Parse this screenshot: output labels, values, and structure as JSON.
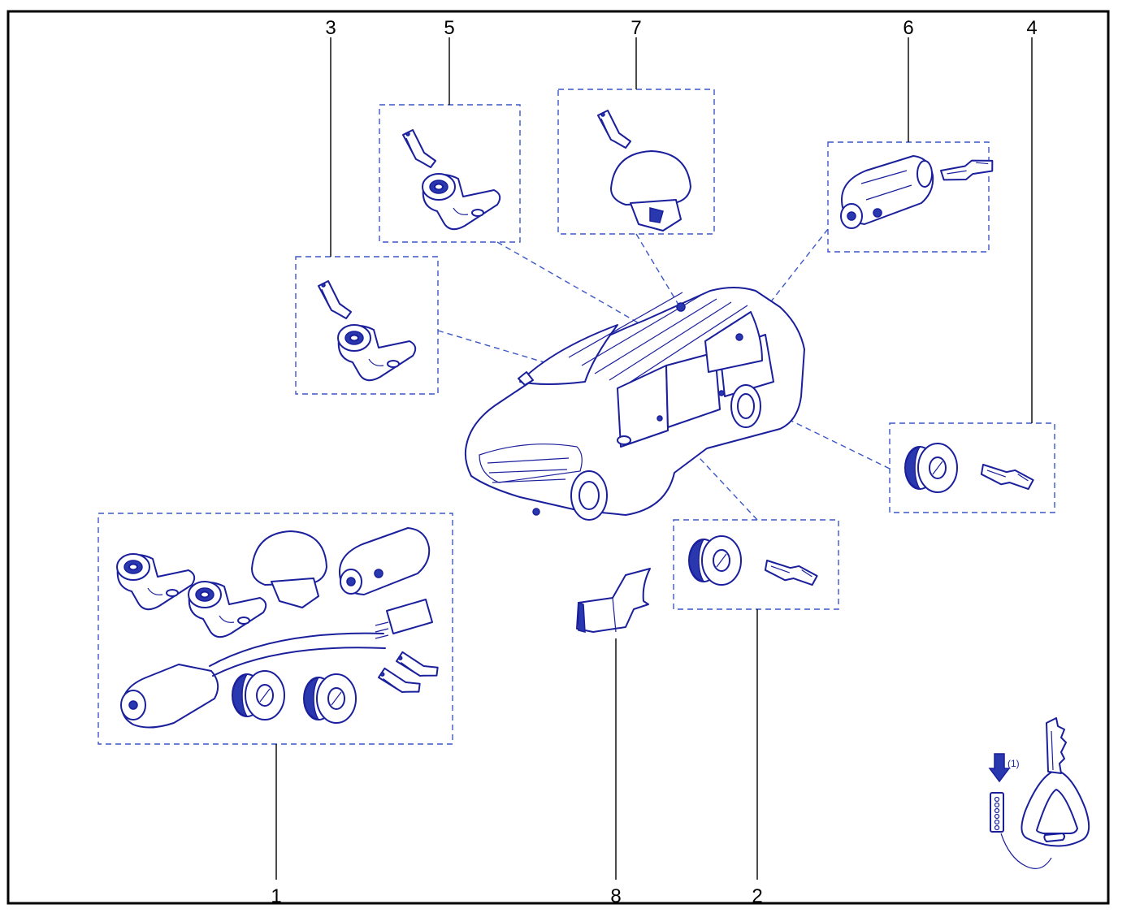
{
  "callouts": [
    {
      "id": "1",
      "label": "1"
    },
    {
      "id": "2",
      "label": "2"
    },
    {
      "id": "3",
      "label": "3"
    },
    {
      "id": "4",
      "label": "4"
    },
    {
      "id": "5",
      "label": "5"
    },
    {
      "id": "6",
      "label": "6"
    },
    {
      "id": "7",
      "label": "7"
    },
    {
      "id": "8",
      "label": "8"
    }
  ],
  "key_note": "(1)",
  "colors": {
    "line": "#1a1f9c",
    "dashed": "#3b57c8",
    "frame": "#000000"
  }
}
